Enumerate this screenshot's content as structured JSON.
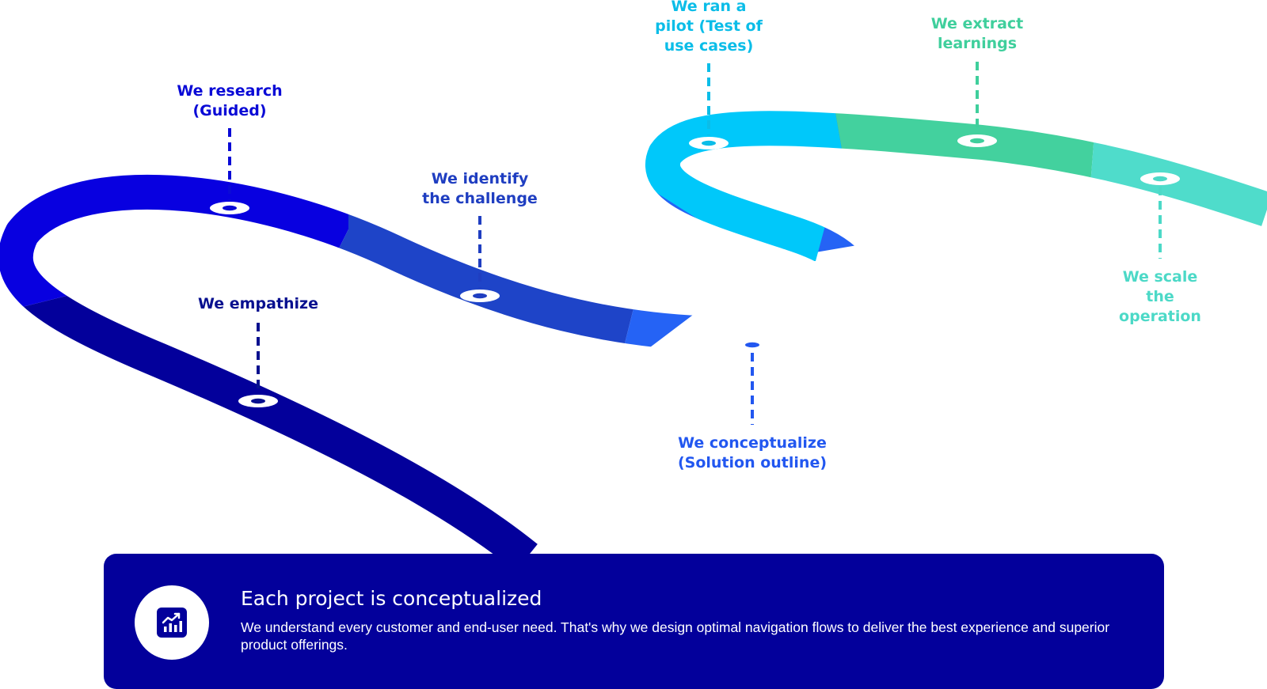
{
  "colors": {
    "navy": "#03009b",
    "blue": "#0800e0",
    "steel_blue": "#1e44c8",
    "bright_blue": "#2563f5",
    "cyan": "#00c8fa",
    "green": "#43d19e",
    "teal": "#4fdccb",
    "card_background": "#03009b"
  },
  "steps": [
    {
      "id": "empathize",
      "label": "We empathize",
      "color": "#07108f",
      "icon": "ring-marker-icon"
    },
    {
      "id": "research",
      "label": "We research\n(Guided)",
      "color": "#0a0ad6",
      "icon": "ring-marker-icon"
    },
    {
      "id": "identify",
      "label": "We identify\nthe challenge",
      "color": "#1f3ec1",
      "icon": "ring-marker-icon"
    },
    {
      "id": "conceptualize",
      "label": "We conceptualize\n(Solution outline)",
      "color": "#2257f0",
      "icon": "ring-marker-icon"
    },
    {
      "id": "pilot",
      "label": "We ran a\npilot (Test of\nuse cases)",
      "color": "#0bbde8",
      "icon": "ring-marker-icon"
    },
    {
      "id": "extract",
      "label": "We extract\nlearnings",
      "color": "#3fcf9c",
      "icon": "ring-marker-icon"
    },
    {
      "id": "scale",
      "label": "We scale\nthe operation",
      "color": "#4cd9c7",
      "icon": "ring-marker-icon"
    }
  ],
  "info_card": {
    "icon": "growth-chart-icon",
    "title": "Each project is conceptualized",
    "description": "We understand every customer and end-user need. That's why we design optimal navigation flows to deliver the best experience and superior product offerings."
  }
}
